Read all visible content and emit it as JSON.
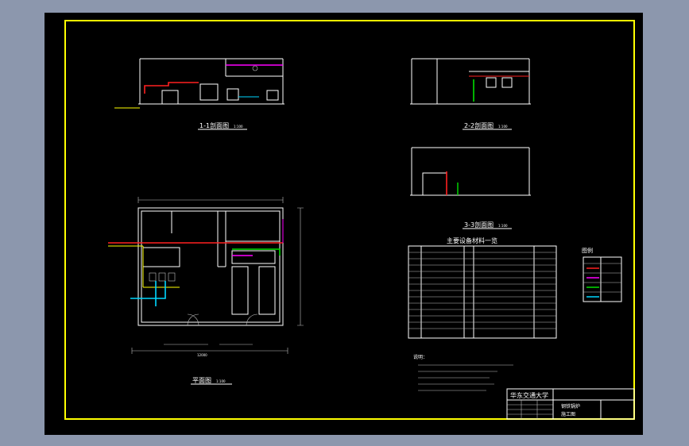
{
  "drawing": {
    "section_titles": {
      "s11": "1-1剖面图",
      "s22": "2-2剖面图",
      "s33": "3-3剖面图"
    },
    "plan_title": "平面图",
    "scale": "1:100",
    "table_title": "主要设备材料一览",
    "legend_title": "图例",
    "notes_title": "说明：",
    "school": "华东交通大学",
    "drawing_name_1": "钢铁锅炉",
    "drawing_name_2": "施工图",
    "dims": {
      "total_width": "12000"
    }
  },
  "colors": {
    "sheet_bg": "#000000",
    "frame": "#ffff00",
    "line": "#ffffff",
    "pipe_red": "#ff2020",
    "pipe_green": "#00e000",
    "pipe_magenta": "#ff00ff",
    "pipe_cyan": "#00d8ff"
  }
}
